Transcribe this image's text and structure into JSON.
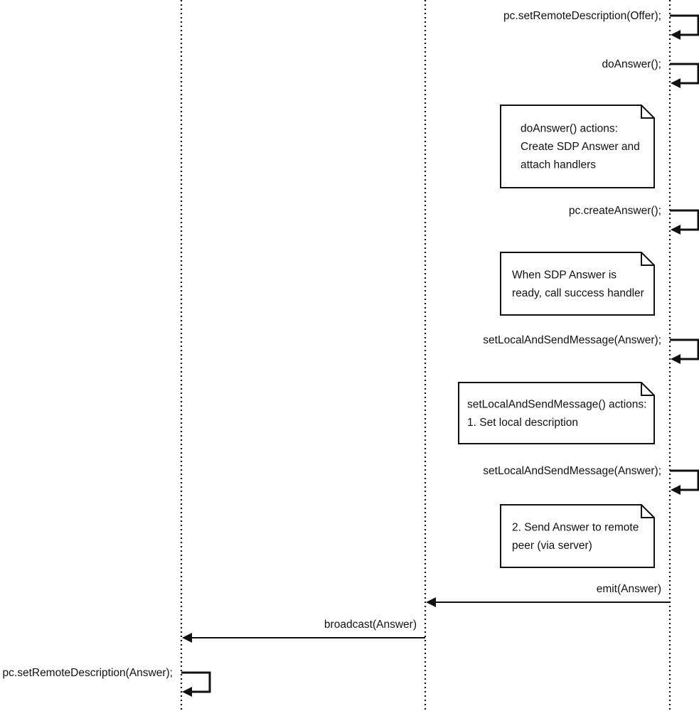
{
  "lifelines": [
    {
      "id": "peer-a"
    },
    {
      "id": "server"
    },
    {
      "id": "peer-b"
    }
  ],
  "messages": [
    {
      "kind": "self",
      "on": "peer-b",
      "label": "pc.setRemoteDescription(Offer);"
    },
    {
      "kind": "self",
      "on": "peer-b",
      "label": "doAnswer();"
    },
    {
      "kind": "note",
      "on": "peer-b",
      "lines": [
        "doAnswer() actions:",
        "Create SDP Answer and",
        "attach handlers"
      ]
    },
    {
      "kind": "self",
      "on": "peer-b",
      "label": "pc.createAnswer();"
    },
    {
      "kind": "note",
      "on": "peer-b",
      "lines": [
        "When SDP Answer is",
        "ready, call success handler"
      ]
    },
    {
      "kind": "self",
      "on": "peer-b",
      "label": "setLocalAndSendMessage(Answer);"
    },
    {
      "kind": "note",
      "on": "peer-b",
      "lines": [
        "setLocalAndSendMessage() actions:",
        "1. Set local description"
      ]
    },
    {
      "kind": "self",
      "on": "peer-b",
      "label": "setLocalAndSendMessage(Answer);"
    },
    {
      "kind": "note",
      "on": "peer-b",
      "lines": [
        "2. Send Answer to remote",
        "peer (via server)"
      ]
    },
    {
      "kind": "arrow",
      "from": "peer-b",
      "to": "server",
      "label": "emit(Answer)"
    },
    {
      "kind": "arrow",
      "from": "server",
      "to": "peer-a",
      "label": "broadcast(Answer)"
    },
    {
      "kind": "self",
      "on": "peer-a",
      "label": "pc.setRemoteDescription(Answer);"
    }
  ]
}
